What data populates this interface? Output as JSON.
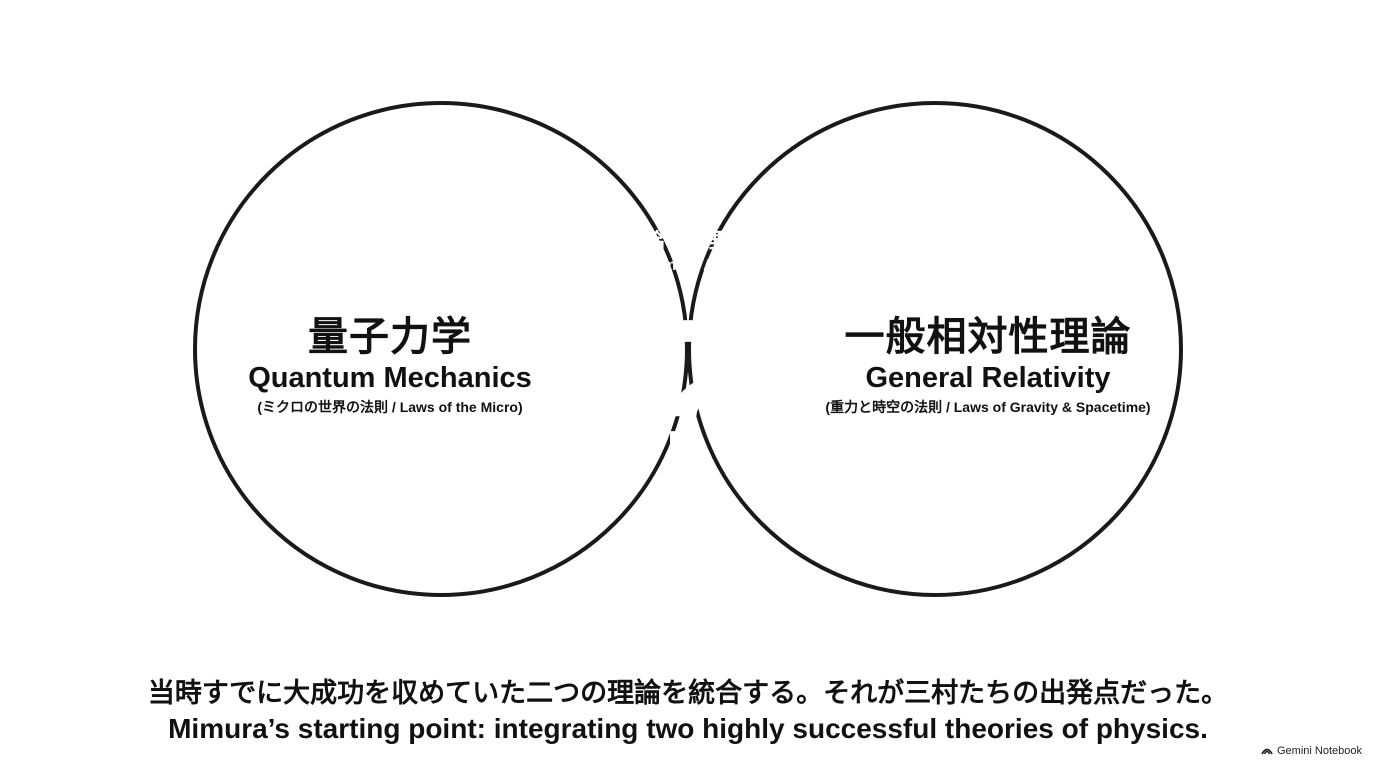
{
  "diagram": {
    "left_circle": {
      "title_jp": "量子力学",
      "title_en": "Quantum Mechanics",
      "subtitle": "(ミクロの世界の法則 / Laws of the Micro)"
    },
    "right_circle": {
      "title_jp": "一般相対性理論",
      "title_en": "General Relativity",
      "subtitle": "(重力と時空の法則 / Laws of Gravity & Spacetime)"
    },
    "intersection": {
      "title_jp": "統合への野心",
      "title_en": "The Ultimate Ambition",
      "symbol": "?"
    }
  },
  "caption": {
    "jp": "当時すでに大成功を収めていた二つの理論を統合する。それが三村たちの出発点だった。",
    "en": "Mimura’s starting point: integrating two highly successful theories of physics."
  },
  "watermark": "Gemini Notebook",
  "colors": {
    "intersection_fill": "#0c3865",
    "circle_stroke": "#1a1a1a",
    "text": "#111111"
  }
}
